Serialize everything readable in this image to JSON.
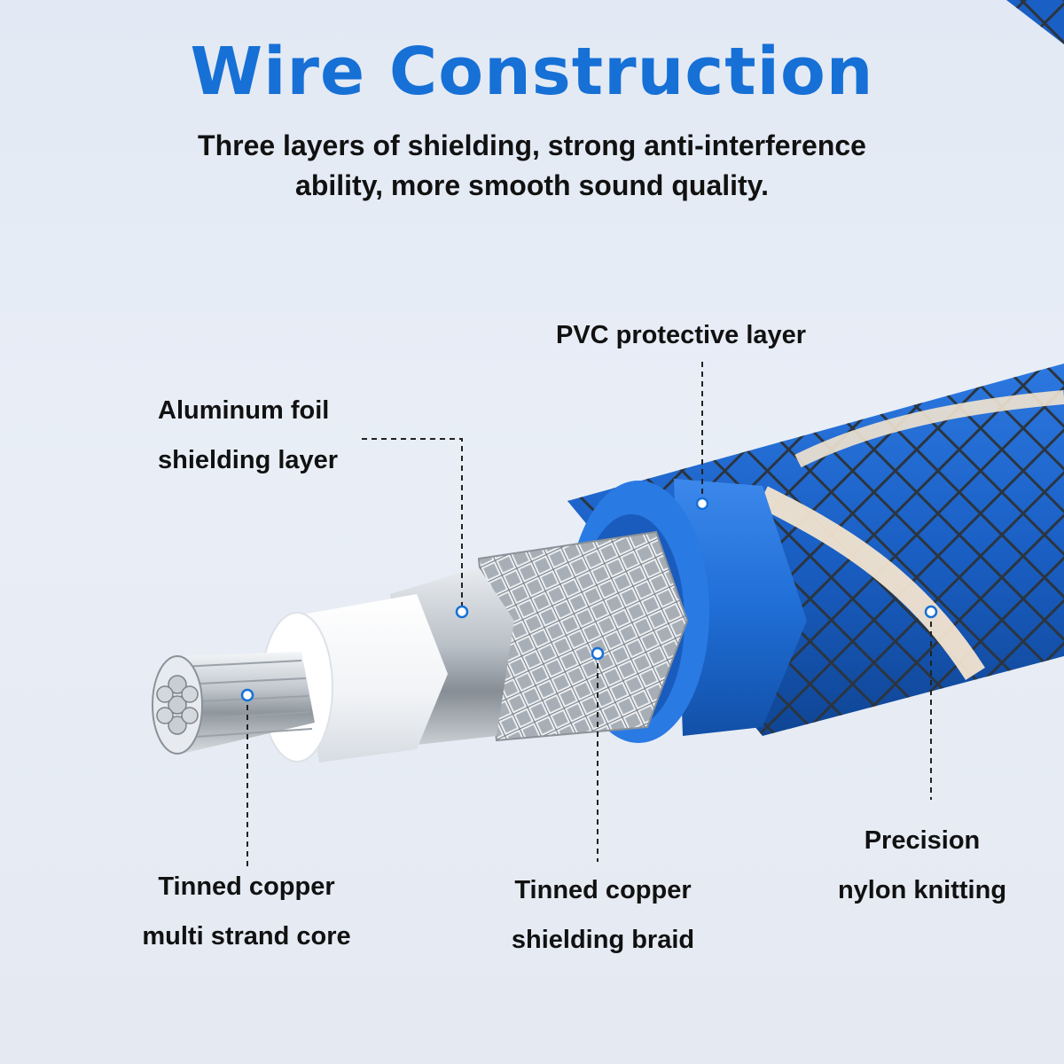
{
  "title": "Wire Construction",
  "subtitle_line1": "Three layers of shielding, strong anti-interference",
  "subtitle_line2": "ability, more smooth sound quality.",
  "colors": {
    "title": "#1670d6",
    "pvc_blue": "#1f6ed6",
    "braid_dark": "#2b3540",
    "nylon_stripe": "#f2e4cf",
    "callout_dot": "#1670d6"
  },
  "labels": {
    "pvc": {
      "line1": "PVC protective layer",
      "line2": ""
    },
    "foil": {
      "line1": "Aluminum foil",
      "line2": "shielding layer"
    },
    "core": {
      "line1": "Tinned copper",
      "line2": "multi strand core"
    },
    "braid": {
      "line1": "Tinned copper",
      "line2": "shielding braid"
    },
    "nylon": {
      "line1": "Precision",
      "line2": "nylon knitting"
    }
  }
}
